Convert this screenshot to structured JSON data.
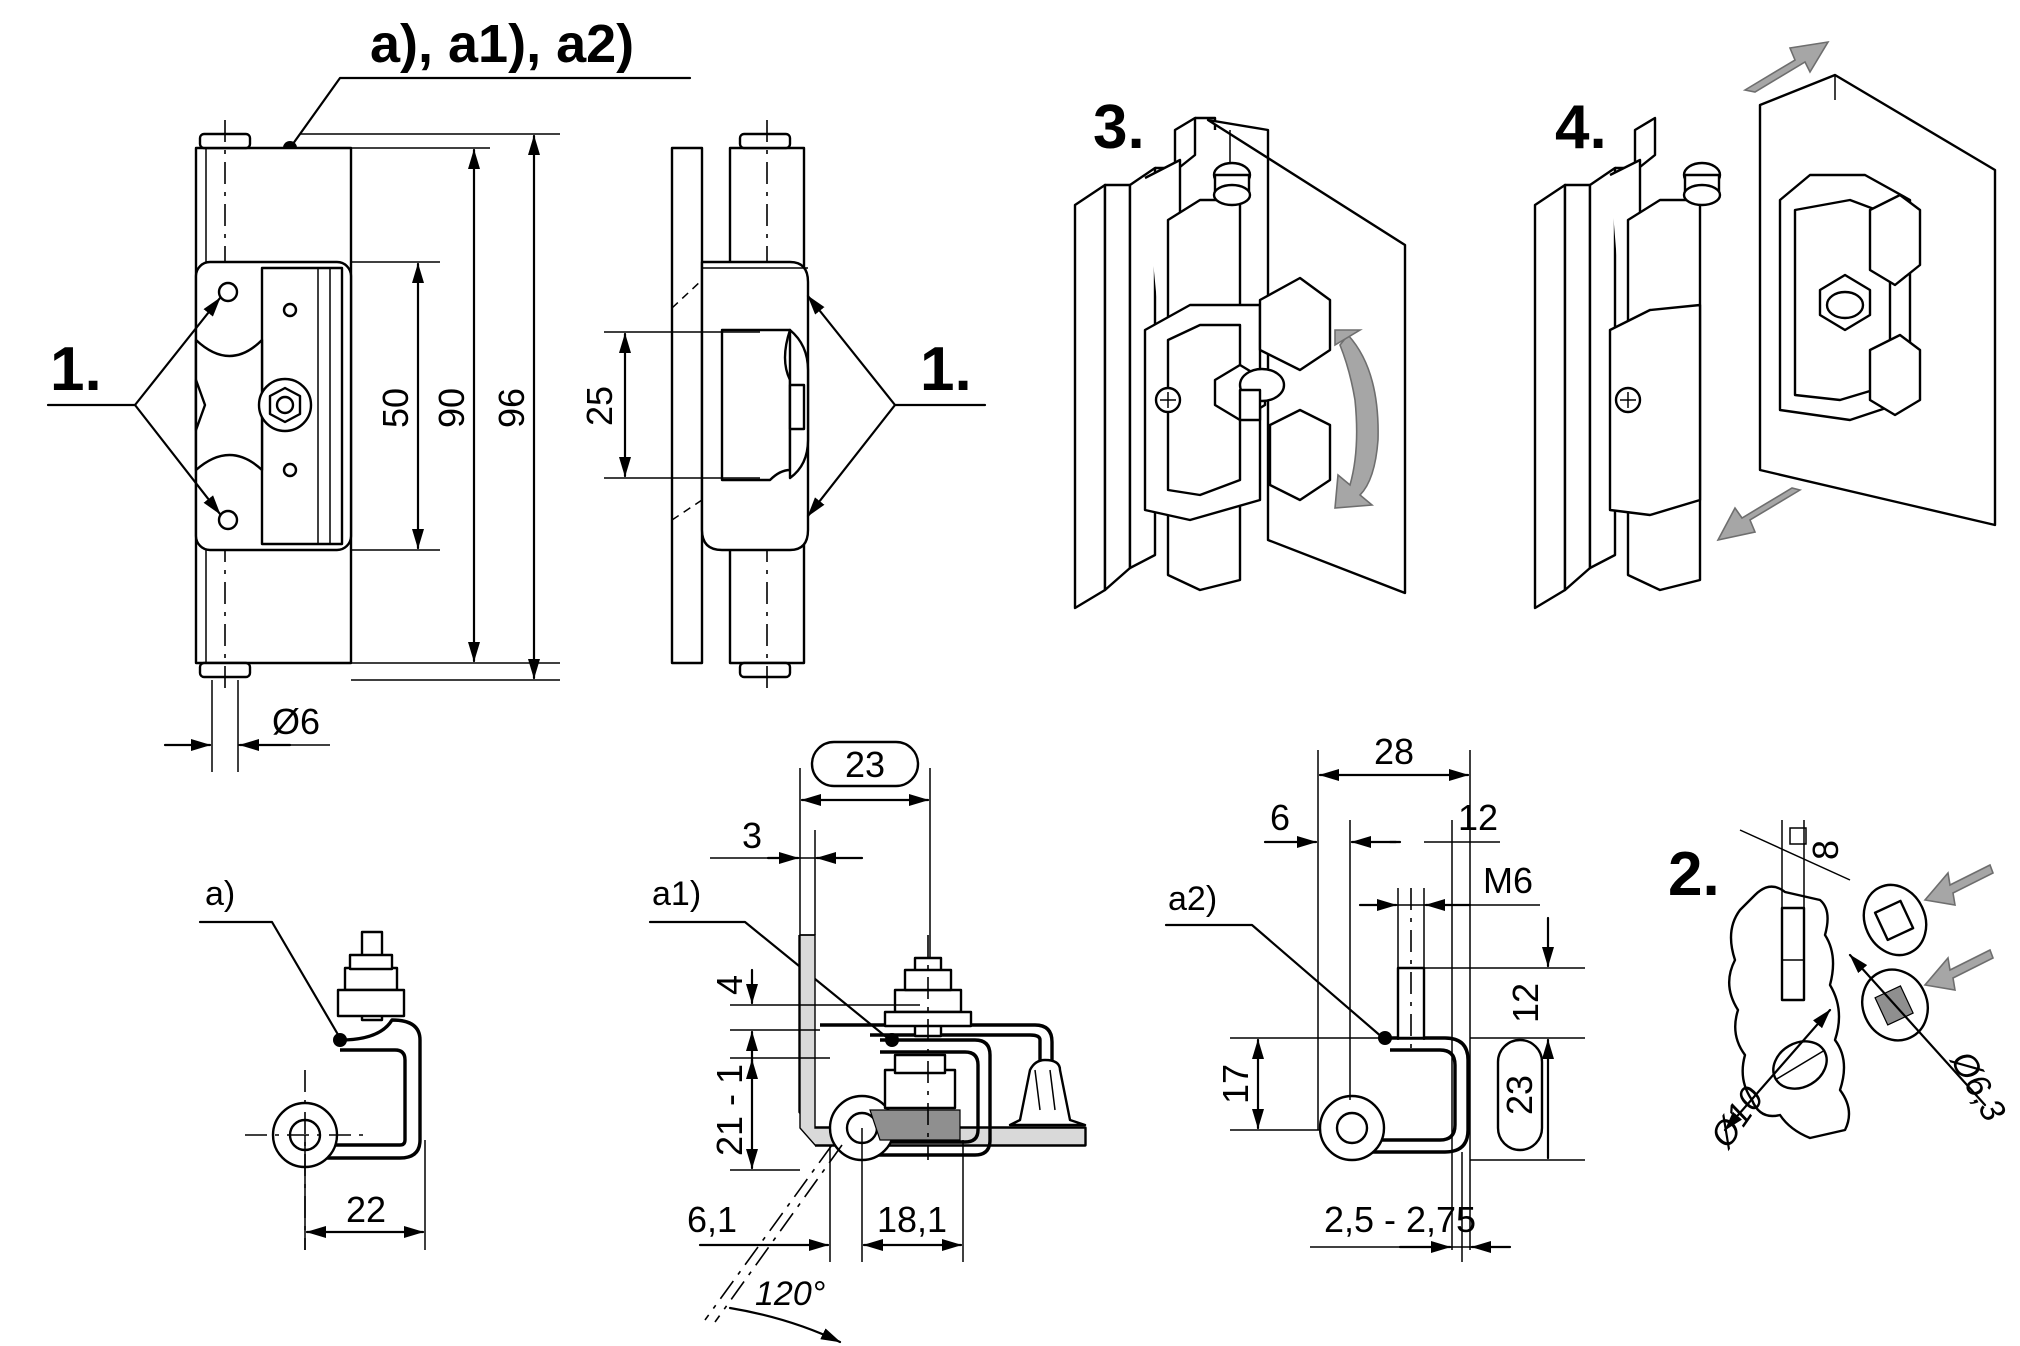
{
  "header": {
    "title": "a), a1), a2)"
  },
  "steps": {
    "s1_left": "1.",
    "s1_right": "1.",
    "s2": "2.",
    "s3": "3.",
    "s4": "4."
  },
  "variants": {
    "a": "a)",
    "a1": "a1)",
    "a2": "a2)"
  },
  "dims": {
    "d_dia6": "Ø6",
    "d_50": "50",
    "d_90": "90",
    "d_96": "96",
    "d_25": "25",
    "d_22": "22",
    "d_23_a1": "23",
    "d_3": "3",
    "d_4": "4",
    "d_21_1": "21 - 1",
    "d_6_1": "6,1",
    "d_18_1": "18,1",
    "d_120": "120°",
    "d_28": "28",
    "d_6": "6",
    "d_12_top": "12",
    "d_m6": "M6",
    "d_12_side": "12",
    "d_17": "17",
    "d_23_a2": "23",
    "d_2_5": "2,5 - 2,75",
    "d_sq8": "8",
    "d_dia10": "Ø10",
    "d_dia6_3": "Ø6,3"
  },
  "colors": {
    "line": "#000000",
    "shade": "#d9d9d9",
    "arrow_gray": "#a6a6a6"
  }
}
